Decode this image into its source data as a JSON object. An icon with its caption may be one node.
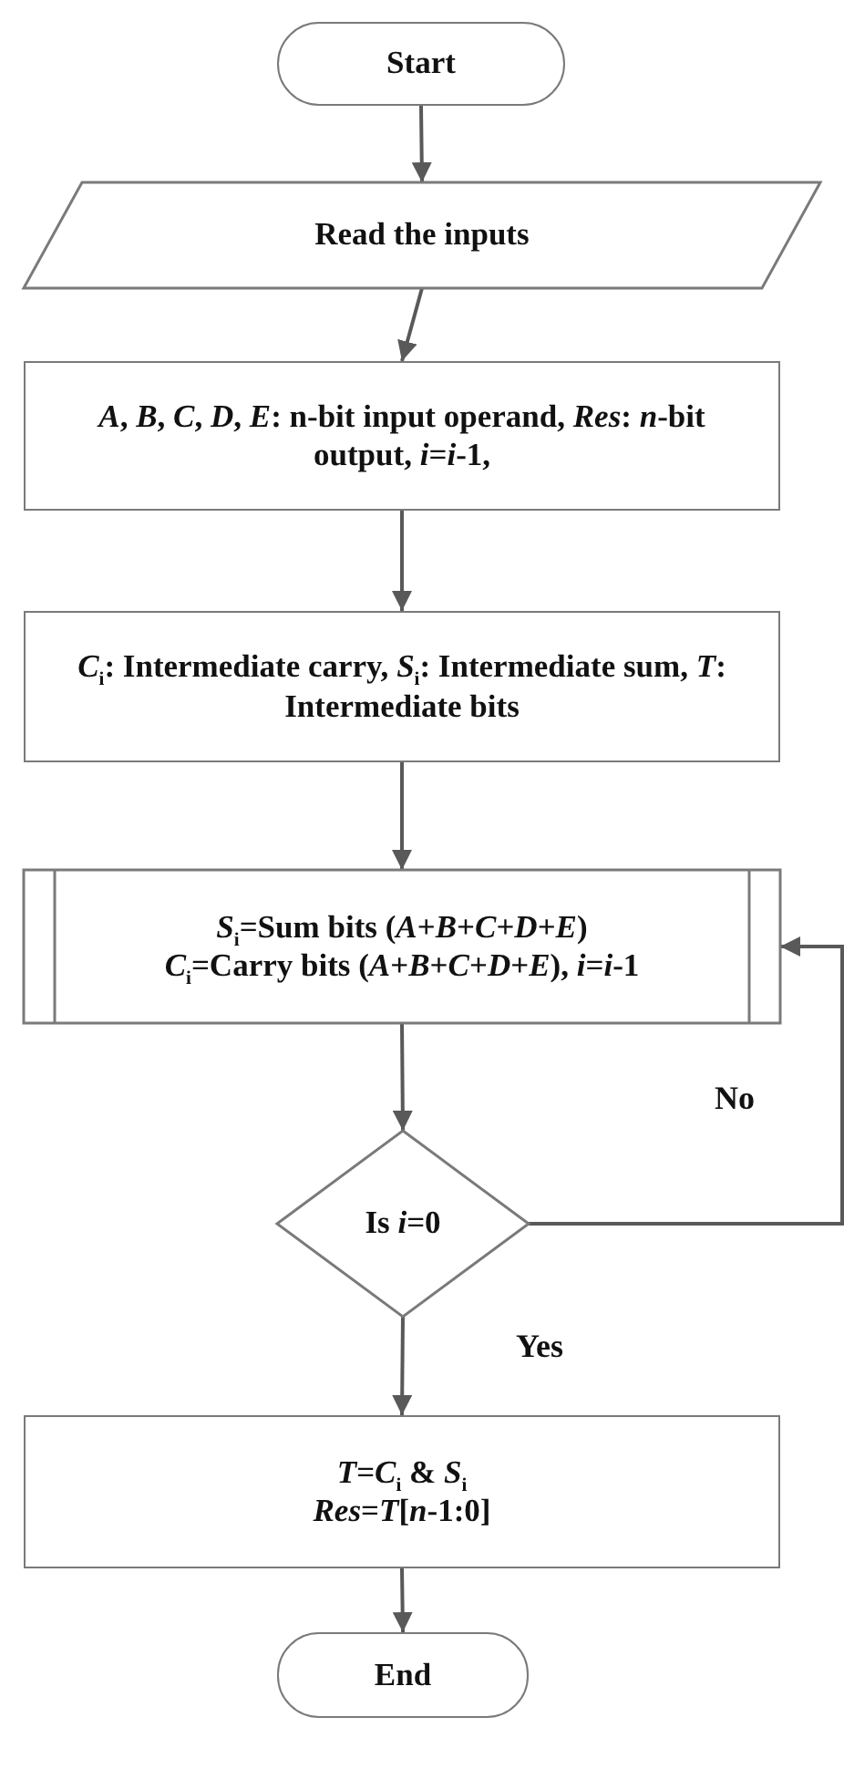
{
  "diagram": {
    "nodes": [
      {
        "text": [
          "Start"
        ]
      },
      {
        "text": [
          "Read the inputs"
        ]
      },
      {
        "text": [
          "*A*, *B*, *C*, *D*, *E*: n-bit input operand, *Res*: *n*-bit output, *i*=*i*-1,"
        ]
      },
      {
        "text": [
          "*C*$_{i}$: Intermediate carry, *S*$_{i}$: Intermediate sum, *T*: Intermediate bits"
        ]
      },
      {
        "text": [
          "*S*$_{i}$=Sum bits (*A*+*B*+*C*+*D*+*E*)",
          "*C*$_{i}$=Carry bits (*A*+*B*+*C*+*D*+*E*), *i*=*i*-1"
        ]
      },
      {
        "text": [
          "Is *i*=0"
        ]
      },
      {
        "text": [
          "*T*=*C*$_{i}$ & *S*$_{i}$",
          "*Res*=*T*[*n*-1:0]"
        ]
      },
      {
        "text": [
          "End"
        ]
      }
    ],
    "edges": [
      {
        "from": 0,
        "to": 1,
        "arrow": "to"
      },
      {
        "from": 1,
        "to": 2,
        "arrow": "to"
      },
      {
        "from": 2,
        "to": 3,
        "arrow": "to"
      },
      {
        "from": 3,
        "to": 4,
        "arrow": "to"
      },
      {
        "from": 4,
        "to": 5,
        "arrow": "to"
      },
      {
        "from": 5,
        "to": 6,
        "arrow": "to",
        "label": "Yes"
      },
      {
        "from": 5,
        "to": 4,
        "arrow": "to",
        "label": "No"
      },
      {
        "from": 6,
        "to": 7,
        "arrow": "to"
      }
    ]
  }
}
